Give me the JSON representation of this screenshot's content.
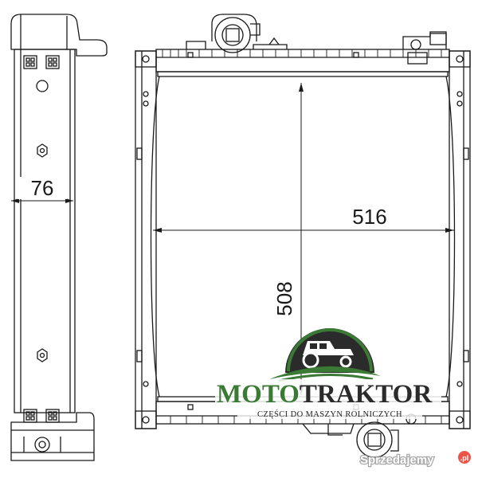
{
  "dimensions": {
    "depth": "76",
    "width": "516",
    "height": "508"
  },
  "logo": {
    "name_part1": "MOTO",
    "name_part2": "TRAKTOR",
    "tagline": "CZĘŚCI DO MASZYN ROLNICZYCH",
    "color_green": "#3a7a34",
    "color_dark": "#2b2b2b"
  },
  "watermark": {
    "text": "Sprzedajemy",
    "badge": ".pl"
  }
}
